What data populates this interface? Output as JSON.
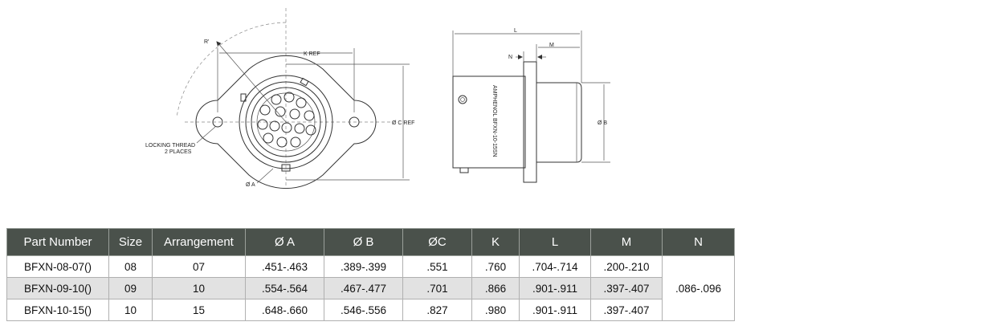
{
  "drawing": {
    "front_labels": {
      "r": "R'",
      "k_ref": "K REF",
      "c_ref": "Ø C REF",
      "a": "Ø A",
      "locking_thread_1": "LOCKING THREAD",
      "locking_thread_2": "2 PLACES"
    },
    "side_labels": {
      "l": "L",
      "m": "M",
      "n": "N",
      "b": "Ø B",
      "marking": "AMPHENOL BFXN-10-15SN"
    }
  },
  "table": {
    "headers": [
      "Part Number",
      "Size",
      "Arrangement",
      "Ø A",
      "Ø B",
      "ØC",
      "K",
      "L",
      "M",
      "N"
    ],
    "rows": [
      {
        "part": "BFXN-08-07()",
        "size": "08",
        "arrangement": "07",
        "a": ".451-.463",
        "b": ".389-.399",
        "c": ".551",
        "k": ".760",
        "l": ".704-.714",
        "m": ".200-.210"
      },
      {
        "part": "BFXN-09-10()",
        "size": "09",
        "arrangement": "10",
        "a": ".554-.564",
        "b": ".467-.477",
        "c": ".701",
        "k": ".866",
        "l": ".901-.911",
        "m": ".397-.407"
      },
      {
        "part": "BFXN-10-15()",
        "size": "10",
        "arrangement": "15",
        "a": ".648-.660",
        "b": ".546-.556",
        "c": ".827",
        "k": ".980",
        "l": ".901-.911",
        "m": ".397-.407"
      }
    ],
    "n_value": ".086-.096"
  }
}
